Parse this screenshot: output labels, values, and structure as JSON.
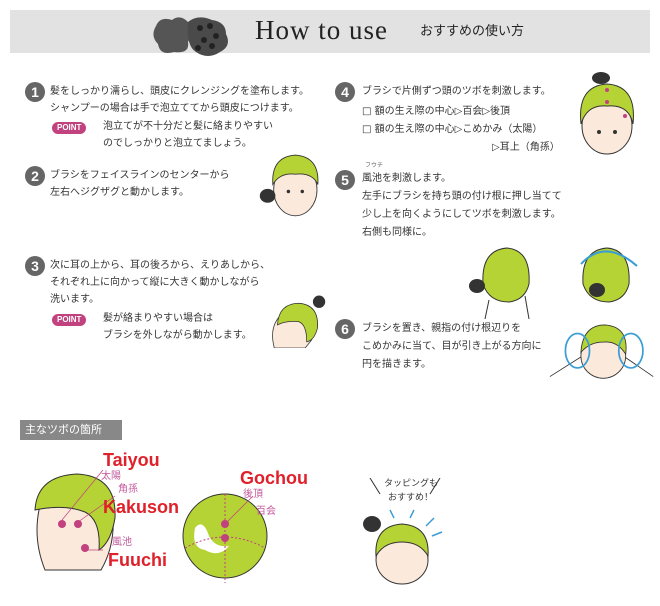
{
  "header": {
    "title": "How to use",
    "subtitle": "おすすめの使い方"
  },
  "point_label": "POINT",
  "steps": [
    {
      "num": "1",
      "lines": [
        "髪をしっかり濡らし、頭皮にクレンジングを塗布します。",
        "シャンプーの場合は手で泡立ててから頭皮につけます。"
      ],
      "point": [
        "泡立てが不十分だと髪に絡まりやすい",
        "のでしっかりと泡立てましょう。"
      ]
    },
    {
      "num": "2",
      "lines": [
        "ブラシをフェイスラインのセンターから",
        "左右へジグザグと動かします。"
      ]
    },
    {
      "num": "3",
      "lines": [
        "次に耳の上から、耳の後ろから、えりあしから、",
        "それぞれ上に向かって縦に大きく動かしながら",
        "洗います。"
      ],
      "point": [
        "髪が絡まりやすい場合は",
        "ブラシを外しながら動かします。"
      ]
    },
    {
      "num": "4",
      "lines": [
        "ブラシで片側ずつ頭のツボを刺激します。"
      ],
      "sub": [
        "□ 額の生え際の中心▷百会▷後頂",
        "□ 額の生え際の中心▷こめかみ（太陽）",
        "▷耳上（角孫）"
      ]
    },
    {
      "num": "5",
      "ruby": "フウチ",
      "lines": [
        "風池を刺激します。",
        "左手にブラシを持ち頭の付け根に押し当てて",
        "少し上を向くようにしてツボを刺激します。",
        "右側も同様に。"
      ]
    },
    {
      "num": "6",
      "lines": [
        "ブラシを置き、親指の付け根辺りを",
        "こめかみに当て、目が引き上がる方向に",
        "円を描きます。"
      ]
    }
  ],
  "points_section": {
    "label": "主なツボの箇所",
    "taiyou": "Taiyou",
    "taiyou_jp": "太陽",
    "kakuson": "Kakuson",
    "kakuson_jp": "角孫",
    "fuuchi": "Fuuchi",
    "fuuchi_jp": "風池",
    "gochou": "Gochou",
    "gochou_jp": "後頂",
    "hyakue_jp": "百会",
    "tapping": [
      "タッピングも",
      "おすすめ！"
    ]
  },
  "colors": {
    "hair": "#b5d334",
    "skin": "#fbe9dc",
    "accent": "#c2417f",
    "red": "#e0202a",
    "arrow": "#3a9ed4"
  }
}
